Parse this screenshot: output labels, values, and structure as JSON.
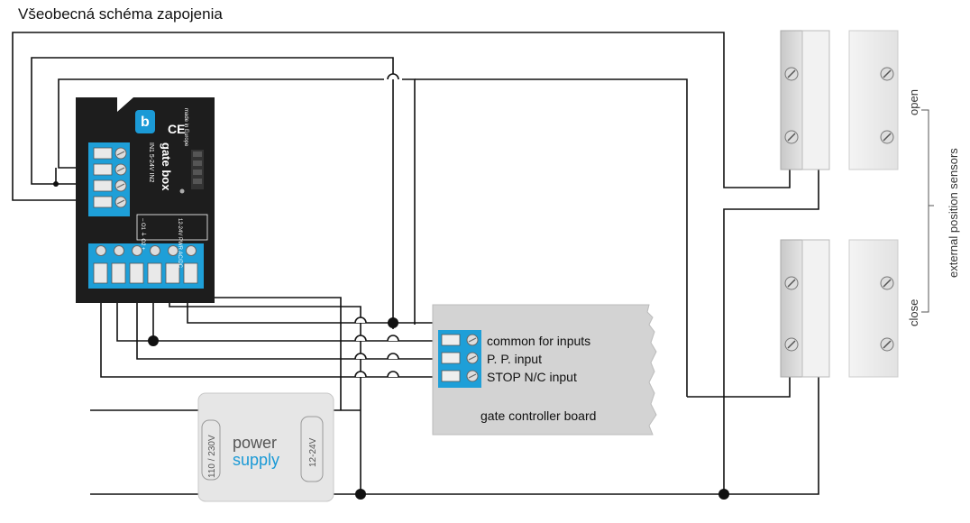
{
  "title": "Všeobecná schéma zapojenia",
  "device": {
    "brand": "gate box",
    "made_in": "made in Europe",
    "ce": "CE",
    "in_label": "IN1  5-24V  IN2",
    "pwr_label": "12-24V PWR AC/DC",
    "out_label": "– O1 ⏚ O2 +"
  },
  "controller": {
    "terminals": [
      "common for inputs",
      "P. P. input",
      "STOP N/C input"
    ],
    "label": "gate controller board"
  },
  "power_supply": {
    "input": "110 / 230V",
    "word1": "power",
    "word2": "supply",
    "output": "12-24V"
  },
  "sensors": {
    "group_label": "external position sensors",
    "open": "open",
    "close": "close"
  },
  "colors": {
    "terminal_blue": "#1e9fd8",
    "device_body": "#1d1d1d",
    "board_gray": "#d3d3d3",
    "accent_blue": "#1b9ad6"
  }
}
